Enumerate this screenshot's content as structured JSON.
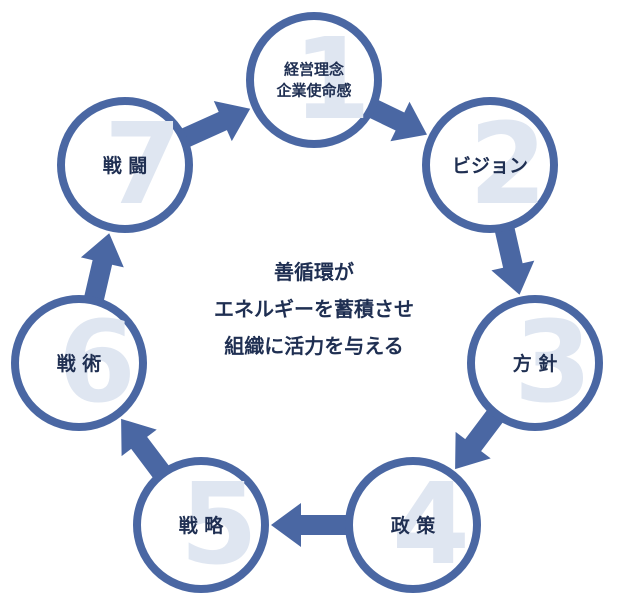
{
  "colors": {
    "ring": "#4a67a3",
    "arrow": "#4a67a3",
    "number": "#dfe6f1",
    "text": "#1f2f52"
  },
  "center": {
    "lines": [
      "善循環が",
      "エネルギーを蓄積させ",
      "組織に活力を与える"
    ]
  },
  "nodes": [
    {
      "number": "1",
      "lines": [
        "経営理念",
        "企業使命感"
      ]
    },
    {
      "number": "2",
      "lines": [
        "ビジョン"
      ]
    },
    {
      "number": "3",
      "lines": [
        "方 針"
      ]
    },
    {
      "number": "4",
      "lines": [
        "政 策"
      ]
    },
    {
      "number": "5",
      "lines": [
        "戦 略"
      ]
    },
    {
      "number": "6",
      "lines": [
        "戦 術"
      ]
    },
    {
      "number": "7",
      "lines": [
        "戦 闘"
      ]
    }
  ]
}
